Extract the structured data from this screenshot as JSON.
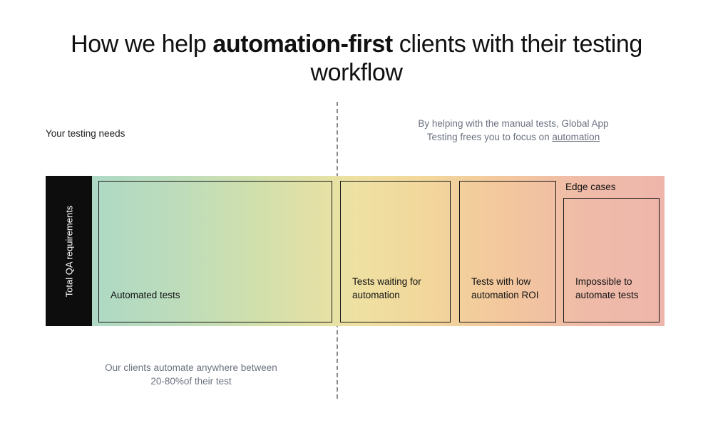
{
  "title": {
    "part1": "How we help ",
    "emphasis": "automation-first",
    "part2": " clients with their testing workflow"
  },
  "annotations": {
    "left_note": "Your testing needs",
    "right_note_line1": "By helping with the manual tests, Global App",
    "right_note_line2_prefix": "Testing frees you to focus on ",
    "right_note_link": "automation",
    "bottom_note_line1": "Our clients automate anywhere between",
    "bottom_note_line2": "20-80%of their test"
  },
  "chart": {
    "axis_label": "Total QA requirements",
    "segments": [
      {
        "id": "automated",
        "label": "Automated tests",
        "outer_label": ""
      },
      {
        "id": "waiting",
        "label": "Tests waiting for automation",
        "outer_label": ""
      },
      {
        "id": "low-roi",
        "label": "Tests with low automation ROI",
        "outer_label": ""
      },
      {
        "id": "impossible",
        "label": "Impossible to automate tests",
        "outer_label": "Edge cases"
      }
    ],
    "colors": {
      "axis_bar": "#0d0d0d",
      "gradient_start": "#aed9c4",
      "gradient_mid": "#efe0a0",
      "gradient_end": "#eeb6ab",
      "box_border": "#1a1a1a",
      "divider": "#8a8a8a",
      "muted_text": "#6b7280",
      "primary_text": "#111111"
    }
  }
}
